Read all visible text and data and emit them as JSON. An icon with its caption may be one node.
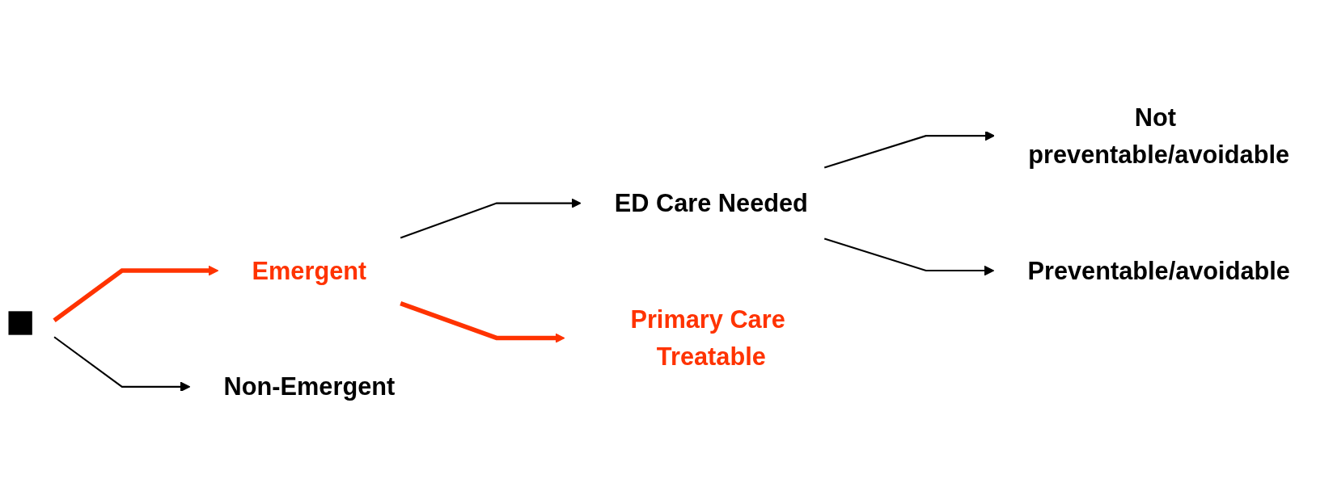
{
  "diagram": {
    "nodes": [
      {
        "text": [],
        "shape": "box"
      },
      {
        "text": [
          "Emergent"
        ]
      },
      {
        "text": [
          "Non-Emergent"
        ]
      },
      {
        "text": [
          "ED Care Needed"
        ]
      },
      {
        "text": [
          "Primary Care Treatable"
        ]
      },
      {
        "text": [
          "Not preventable/avoidable"
        ]
      },
      {
        "text": [
          "Preventable/avoidable"
        ]
      }
    ],
    "edges": [
      {
        "from": 0,
        "to": 1,
        "arrow": "to",
        "style": "thick",
        "color": "#ff3300"
      },
      {
        "from": 0,
        "to": 2,
        "arrow": "to"
      },
      {
        "from": 1,
        "to": 3,
        "arrow": "to"
      },
      {
        "from": 1,
        "to": 4,
        "arrow": "to",
        "style": "thick",
        "color": "#ff3300"
      },
      {
        "from": 3,
        "to": 5,
        "arrow": "to"
      },
      {
        "from": 3,
        "to": 6,
        "arrow": "to"
      }
    ]
  }
}
